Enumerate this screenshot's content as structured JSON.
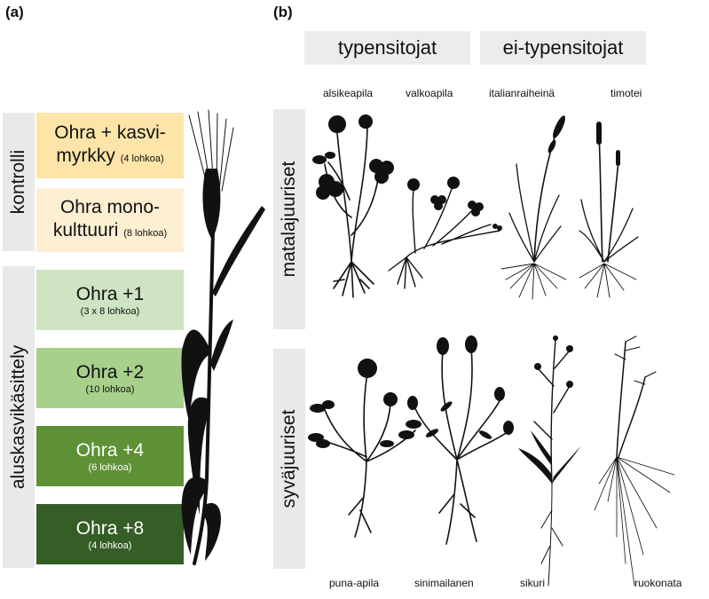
{
  "panels": {
    "a": "(a)",
    "b": "(b)"
  },
  "panel_a": {
    "groups": {
      "control": "kontrolli",
      "undersown": "aluskasvikäsittely"
    },
    "treatments": [
      {
        "line1": "Ohra + kasvi-",
        "line2": "myrkky",
        "note": "(4 lohkoa)",
        "color": "#fde4a8"
      },
      {
        "line1": "Ohra mono-",
        "line2": "kulttuuri",
        "note": "(8 lohkoa)",
        "color": "#fdf0d2"
      },
      {
        "line1": "Ohra +1",
        "note": "(3 x 8 lohkoa)",
        "color": "#cfe4c2"
      },
      {
        "line1": "Ohra +2",
        "note": "(10 lohkoa)",
        "color": "#a7d08c"
      },
      {
        "line1": "Ohra +4",
        "note": "(6 lohkoa)",
        "color": "#5e9136"
      },
      {
        "line1": "Ohra +8",
        "note": "(4 lohkoa)",
        "color": "#355d26"
      }
    ]
  },
  "panel_b": {
    "columns": {
      "left": "typensitojat",
      "right": "ei-typensitojat"
    },
    "rows": {
      "top": "matalajuuriset",
      "bottom": "syväjuuriset"
    },
    "plants_top": [
      "alsikeapila",
      "valkoapila",
      "italianraiheinä",
      "timotei"
    ],
    "plants_bottom": [
      "puna-apila",
      "sinimailanen",
      "sikuri",
      "ruokonata"
    ]
  }
}
